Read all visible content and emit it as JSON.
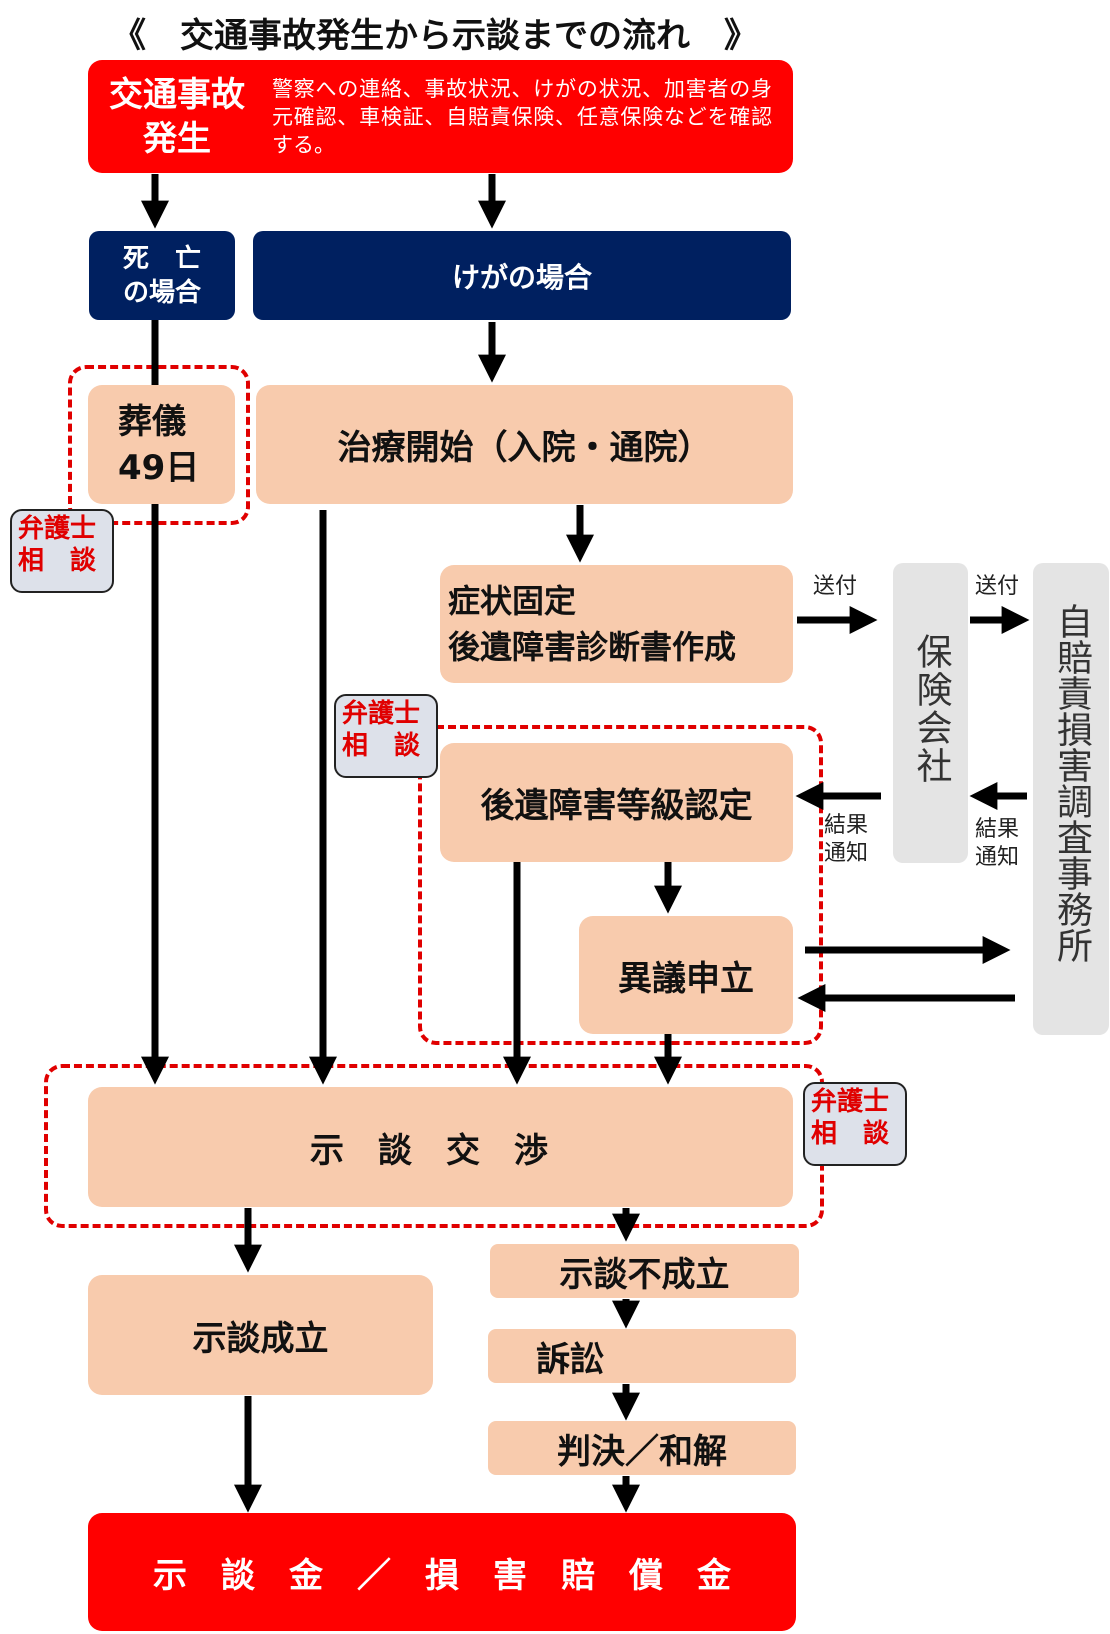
{
  "title": "《　交通事故発生から示談までの流れ　》",
  "accident": {
    "heading": "交通事故\n発生",
    "description": "警察への連絡、事故状況、けがの状況、加害者の身元確認、車検証、自賠責保険、任意保険などを確認する。"
  },
  "death_case": "死　亡\nの場合",
  "injury_case": "けがの場合",
  "funeral": "葬儀\n49日",
  "treatment": "治療開始（入院・通院）",
  "symptom_fixed": "症状固定\n後遺障害診断書作成",
  "grade_certification": "後遺障害等級認定",
  "objection": "異議申立",
  "negotiation": "示　談　交　渉",
  "settlement": "示談成立",
  "no_settlement": "示談不成立",
  "lawsuit": "訴訟",
  "judgment": "判決／和解",
  "compensation": "示　談　金　／　損　害　賠　償　金",
  "insurance_company": "保険会社",
  "jibaiseki_office": "自賠責損害調査事務所",
  "lawyer_badge": "弁護士\n相　談",
  "send_label": "送付",
  "result_label": "結果\n通知",
  "colors": {
    "accent_red": "#ff0000",
    "navy": "#002060",
    "peach": "#f8cbad",
    "grey": "#e4e4e4",
    "dash_red": "#e00000"
  }
}
